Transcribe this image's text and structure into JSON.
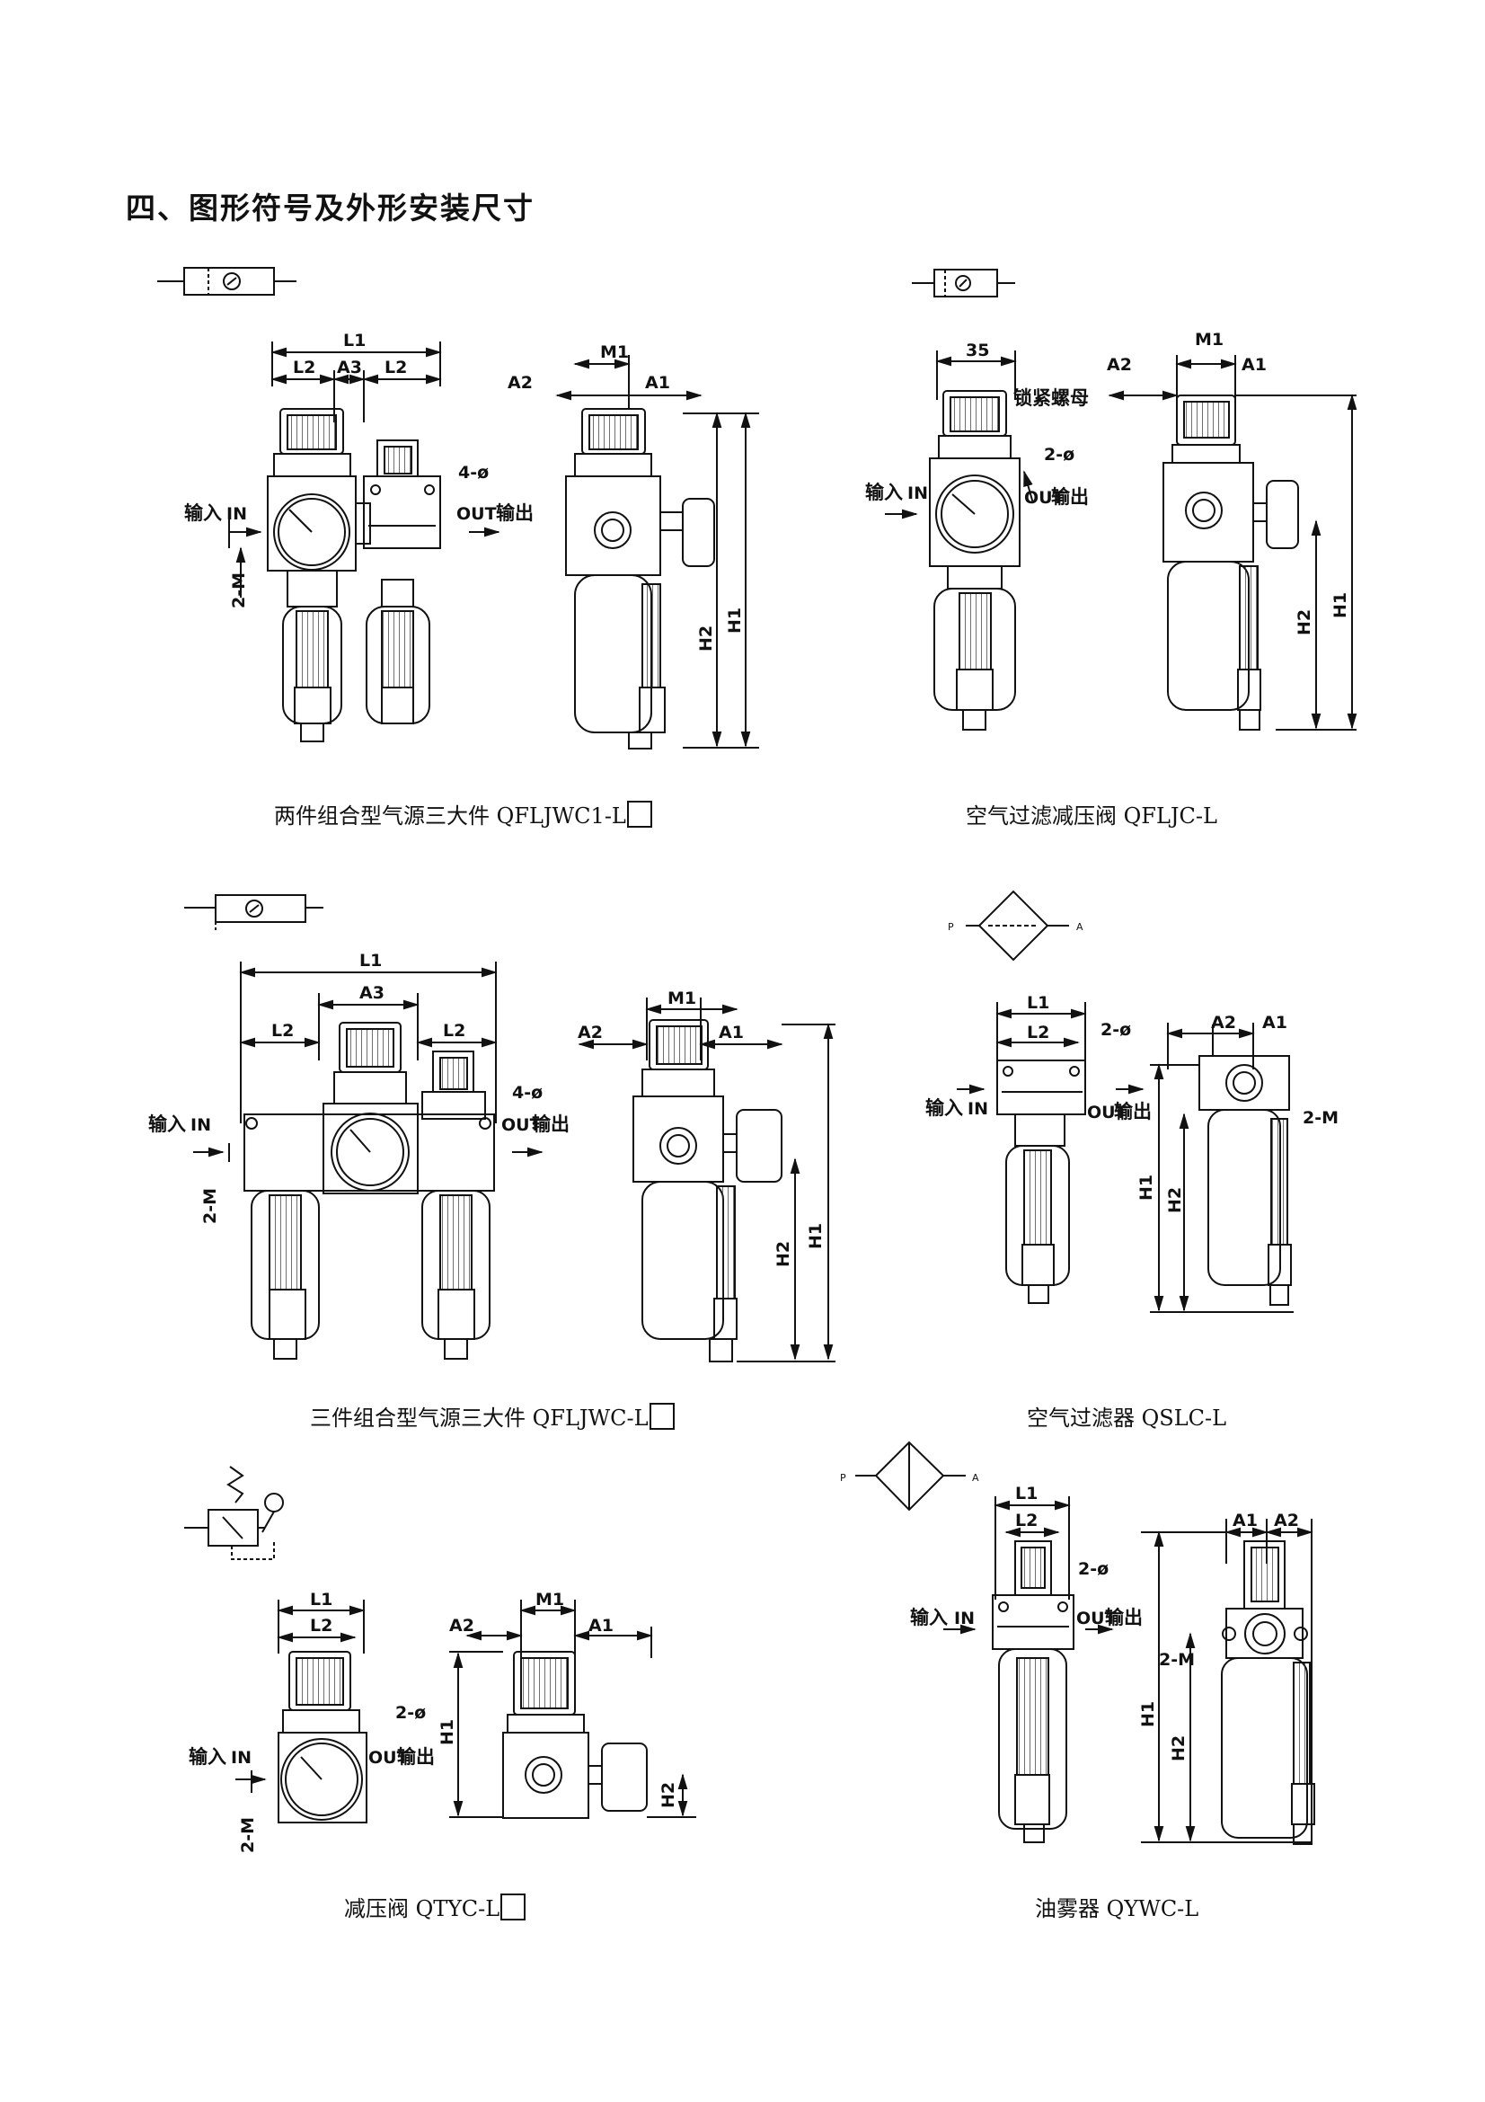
{
  "page_title": "四、图形符号及外形安装尺寸",
  "colors": {
    "ink": "#111111",
    "paper": "#ffffff"
  },
  "labels": {
    "input": "输入",
    "in": "IN",
    "out": "OUT",
    "output": "输出",
    "lock_nut": "锁紧螺母",
    "four_holes": "4-ø",
    "two_holes": "2-ø",
    "two_m": "2-M",
    "L1": "L1",
    "L2": "L2",
    "A1": "A1",
    "A2": "A2",
    "A3": "A3",
    "M1": "M1",
    "H1": "H1",
    "H2": "H2",
    "d35": "35",
    "P": "P",
    "A": "A"
  },
  "captions": {
    "qfljwc1": "两件组合型气源三大件 QFLJWC1-L",
    "qfljc": "空气过滤减压阀 QFLJC-L",
    "qfljwc": "三件组合型气源三大件 QFLJWC-L",
    "qslc": "空气过滤器 QSLC-L",
    "qtyc": "减压阀 QTYC-L",
    "qywc": "油雾器 QYWC-L"
  }
}
